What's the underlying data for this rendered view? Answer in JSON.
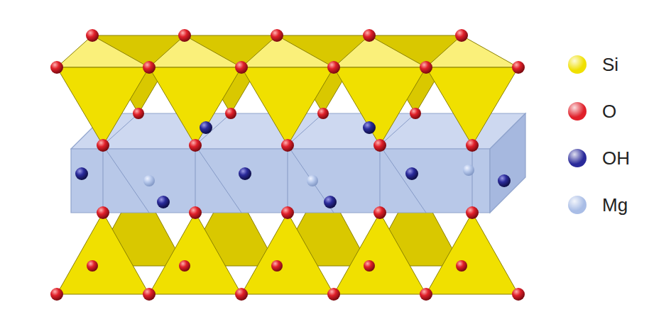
{
  "diagram": {
    "legend": [
      {
        "text": "Si",
        "color": "#f0e000"
      },
      {
        "text": "O",
        "color": "#e0202a"
      },
      {
        "text": "OH",
        "color": "#2a2a9a"
      },
      {
        "text": "Mg",
        "color": "#a9bde6"
      }
    ]
  }
}
